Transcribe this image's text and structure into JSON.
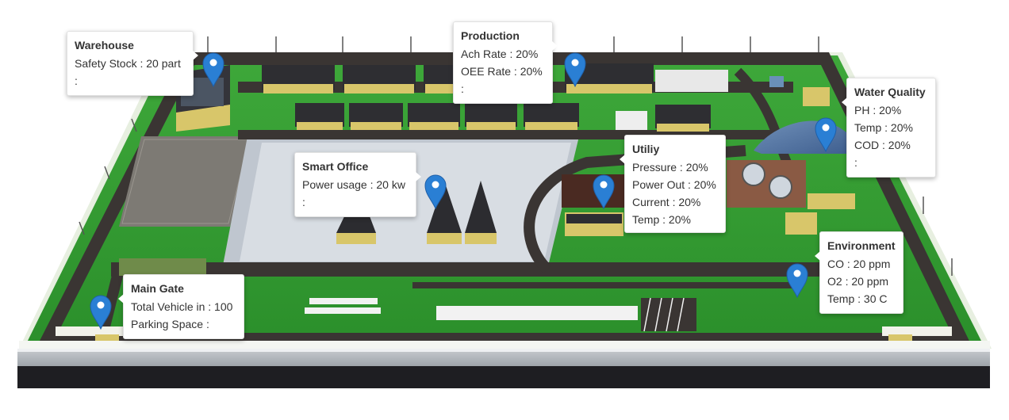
{
  "colors": {
    "pin": "#2a7fd4",
    "grass": "#2f9e2f",
    "road": "#3a3533",
    "card_bg": "#ffffff"
  },
  "icons": {
    "marker": "map-pin-icon"
  },
  "panels": {
    "warehouse": {
      "title": "Warehouse",
      "rows": [
        "Safety Stock : 20 part",
        ":"
      ]
    },
    "production": {
      "title": "Production",
      "rows": [
        "Ach Rate : 20%",
        "OEE Rate : 20%",
        ":"
      ]
    },
    "water": {
      "title": "Water Quality",
      "rows": [
        "PH : 20%",
        "Temp : 20%",
        "COD : 20%",
        ":"
      ]
    },
    "utility": {
      "title": "Utiliy",
      "rows": [
        "Pressure : 20%",
        "Power Out : 20%",
        "Current : 20%",
        "Temp : 20%"
      ]
    },
    "office": {
      "title": "Smart Office",
      "rows": [
        "Power usage : 20 kw",
        ":"
      ]
    },
    "environment": {
      "title": "Environment",
      "rows": [
        "CO : 20 ppm",
        "O2 : 20 ppm",
        "Temp : 30 C"
      ]
    },
    "gate": {
      "title": "Main Gate",
      "rows": [
        "Total Vehicle in : 100",
        "Parking Space :"
      ]
    }
  }
}
